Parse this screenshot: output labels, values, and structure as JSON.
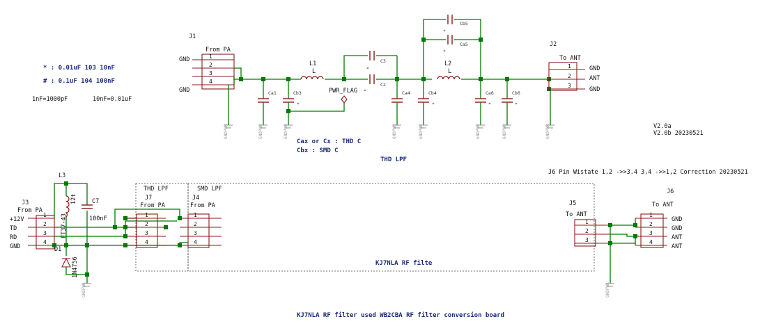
{
  "notes": {
    "legend_star": "* : 0.01uF  103  10nF",
    "legend_hash": "# : 0.1uF  104  100nF",
    "conv_1nf": "1nF=1000pF",
    "conv_10nf": "10nF=0.01uF",
    "cax_note": "Cax or Cx : THD C",
    "cbx_note": "Cbx : SMD C",
    "thd_lpf": "THD LPF",
    "version_a": "V2.0a",
    "version_b": "V2.0b 20230521",
    "correction": "J6 Pin Wistate 1,2 ->>3.4 3,4 ->>1,2 Correction 20230521",
    "kj7nla_box": "KJ7NLA RF filte",
    "bottom_title": "KJ7NLA RF filter used WB2CBA RF filter conversion board",
    "thd_lpf_box": "THD LPF",
    "smd_lpf_box": "SMD LPF"
  },
  "refs": {
    "J1": "J1",
    "J2": "J2",
    "J3": "J3",
    "J4": "J4",
    "J5": "J5",
    "J6": "J6",
    "J7": "J7",
    "L1": "L1",
    "L2": "L2",
    "L3": "L3",
    "D1": "D1",
    "C7": "C7",
    "L1v": "L",
    "L2v": "L",
    "C3": "C3",
    "C2": "C2",
    "Cb5": "Cb5",
    "Ca5": "Ca5",
    "Ca1": "Ca1",
    "Cb3": "Cb3",
    "Ca4": "Ca4",
    "Cb4": "Cb4",
    "Ca6": "Ca6",
    "Cb6": "Cb6",
    "pwr_flag": "PWR_FLAG",
    "L3v": "12t",
    "L3core": "FT37-43",
    "C7v": "100nF",
    "D1v": "1N4756",
    "gnd": "GNDPWR"
  },
  "labels": {
    "from_pa": "From PA",
    "to_ant": "To ANT",
    "gnd": "GND",
    "ant": "ANT",
    "v12": "+12V",
    "td": "TD",
    "rd": "RD",
    "star": "*",
    "hash": "#"
  },
  "pins": {
    "p1": "1",
    "p2": "2",
    "p3": "3",
    "p4": "4"
  }
}
